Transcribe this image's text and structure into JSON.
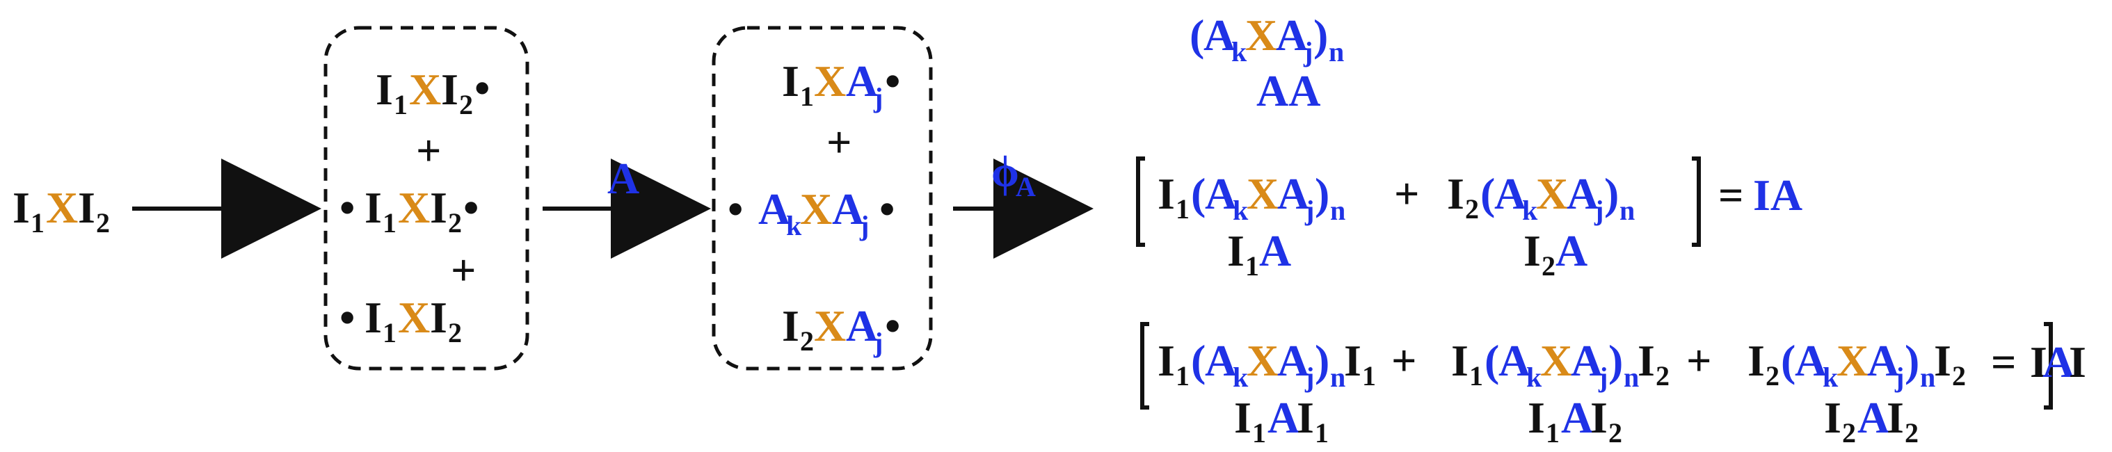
{
  "colors": {
    "black": "#111111",
    "blue": "#1f32e6",
    "orange": "#d98a18"
  },
  "text": {
    "I": "I",
    "X": "X",
    "A": "A",
    "Ak": "A",
    "Aj": "A",
    "dot": "•",
    "plus": "+",
    "eq": "=",
    "lp": "(",
    "rp": ")",
    "k": "k",
    "j": "j",
    "n": "n",
    "one": "1",
    "two": "2",
    "phi": "ϕ",
    "phi_sub": "A"
  },
  "arrows": {
    "label_A": "A",
    "label_phiA": "ϕ"
  },
  "labels": {
    "IA": "IA",
    "IAI": "IAI",
    "AA": "AA",
    "I1A": "A",
    "I2A": "A",
    "I1AI1": "A",
    "I1AI2": "A",
    "I2AI2": "A"
  }
}
